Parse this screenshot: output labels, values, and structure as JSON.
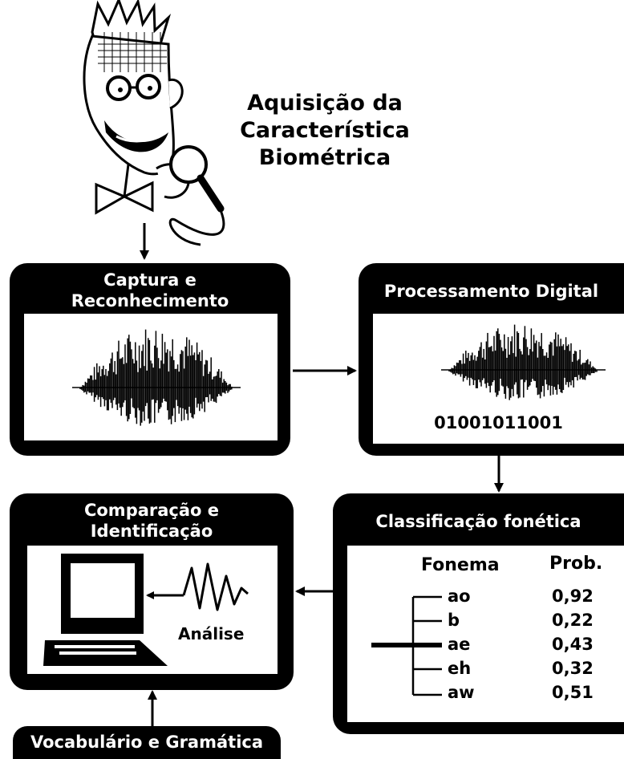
{
  "header": {
    "title_lines": [
      "Aquisição da",
      "Característica",
      "Biométrica"
    ]
  },
  "panels": {
    "capture": {
      "title_lines": [
        "Captura e",
        "Reconhecimento"
      ]
    },
    "processing": {
      "title": "Processamento Digital",
      "binary": "01001011001"
    },
    "classification": {
      "title": "Classificação fonética",
      "col_phoneme": "Fonema",
      "col_prob": "Prob.",
      "rows": [
        {
          "phoneme": "ao",
          "prob": "0,92"
        },
        {
          "phoneme": "b",
          "prob": "0,22"
        },
        {
          "phoneme": "ae",
          "prob": "0,43"
        },
        {
          "phoneme": "eh",
          "prob": "0,32"
        },
        {
          "phoneme": "aw",
          "prob": "0,51"
        }
      ]
    },
    "comparison": {
      "title_lines": [
        "Comparação e",
        "Identificação"
      ],
      "analysis_label": "Análise"
    }
  },
  "vocabulary": {
    "label": "Vocabulário e Gramática"
  },
  "icons": {
    "person": "cartoon-person-with-microphone-icon",
    "computer": "computer-monitor-icon",
    "waveform": "speech-waveform-icon"
  }
}
